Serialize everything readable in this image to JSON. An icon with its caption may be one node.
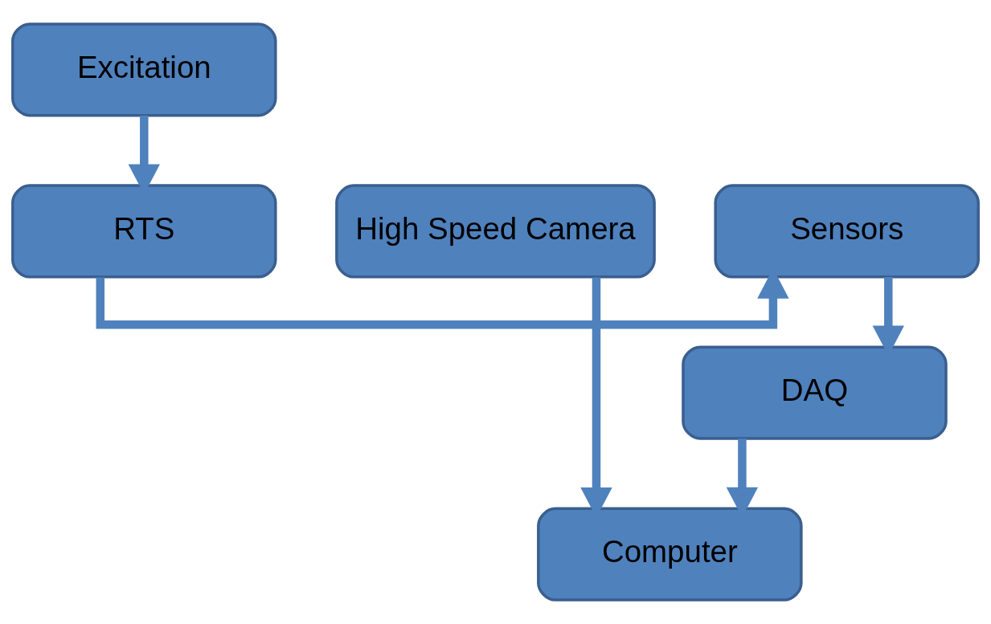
{
  "diagram": {
    "nodes": [
      {
        "text": [
          "Excitation"
        ]
      },
      {
        "text": [
          "RTS"
        ]
      },
      {
        "text": [
          "Sensors"
        ]
      },
      {
        "text": [
          "High Speed Camera"
        ]
      },
      {
        "text": [
          "DAQ"
        ]
      },
      {
        "text": [
          "Computer"
        ]
      }
    ],
    "edges": [
      {
        "from": 0,
        "to": 1,
        "arrow": "to"
      },
      {
        "from": 1,
        "to": 2,
        "arrow": "to"
      },
      {
        "from": 2,
        "to": 4,
        "arrow": "to"
      },
      {
        "from": 4,
        "to": 5,
        "arrow": "to"
      },
      {
        "from": 3,
        "to": 5,
        "arrow": "to"
      }
    ]
  }
}
